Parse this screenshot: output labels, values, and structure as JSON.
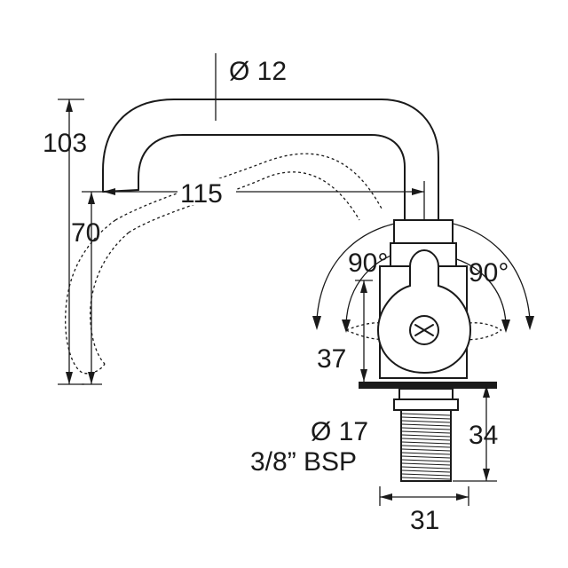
{
  "dimensions": {
    "spout_diameter": "Ø 12",
    "spout_reach": "115",
    "total_height": "103",
    "spout_outlet_height": "70",
    "body_height": "37",
    "rotation_left": "90°",
    "rotation_right": "90°",
    "thread_diameter": "Ø 17",
    "thread_type": "3/8” BSP",
    "shank_length": "34",
    "base_width": "31"
  },
  "colors": {
    "line": "#1a1a1a",
    "background": "#ffffff"
  }
}
